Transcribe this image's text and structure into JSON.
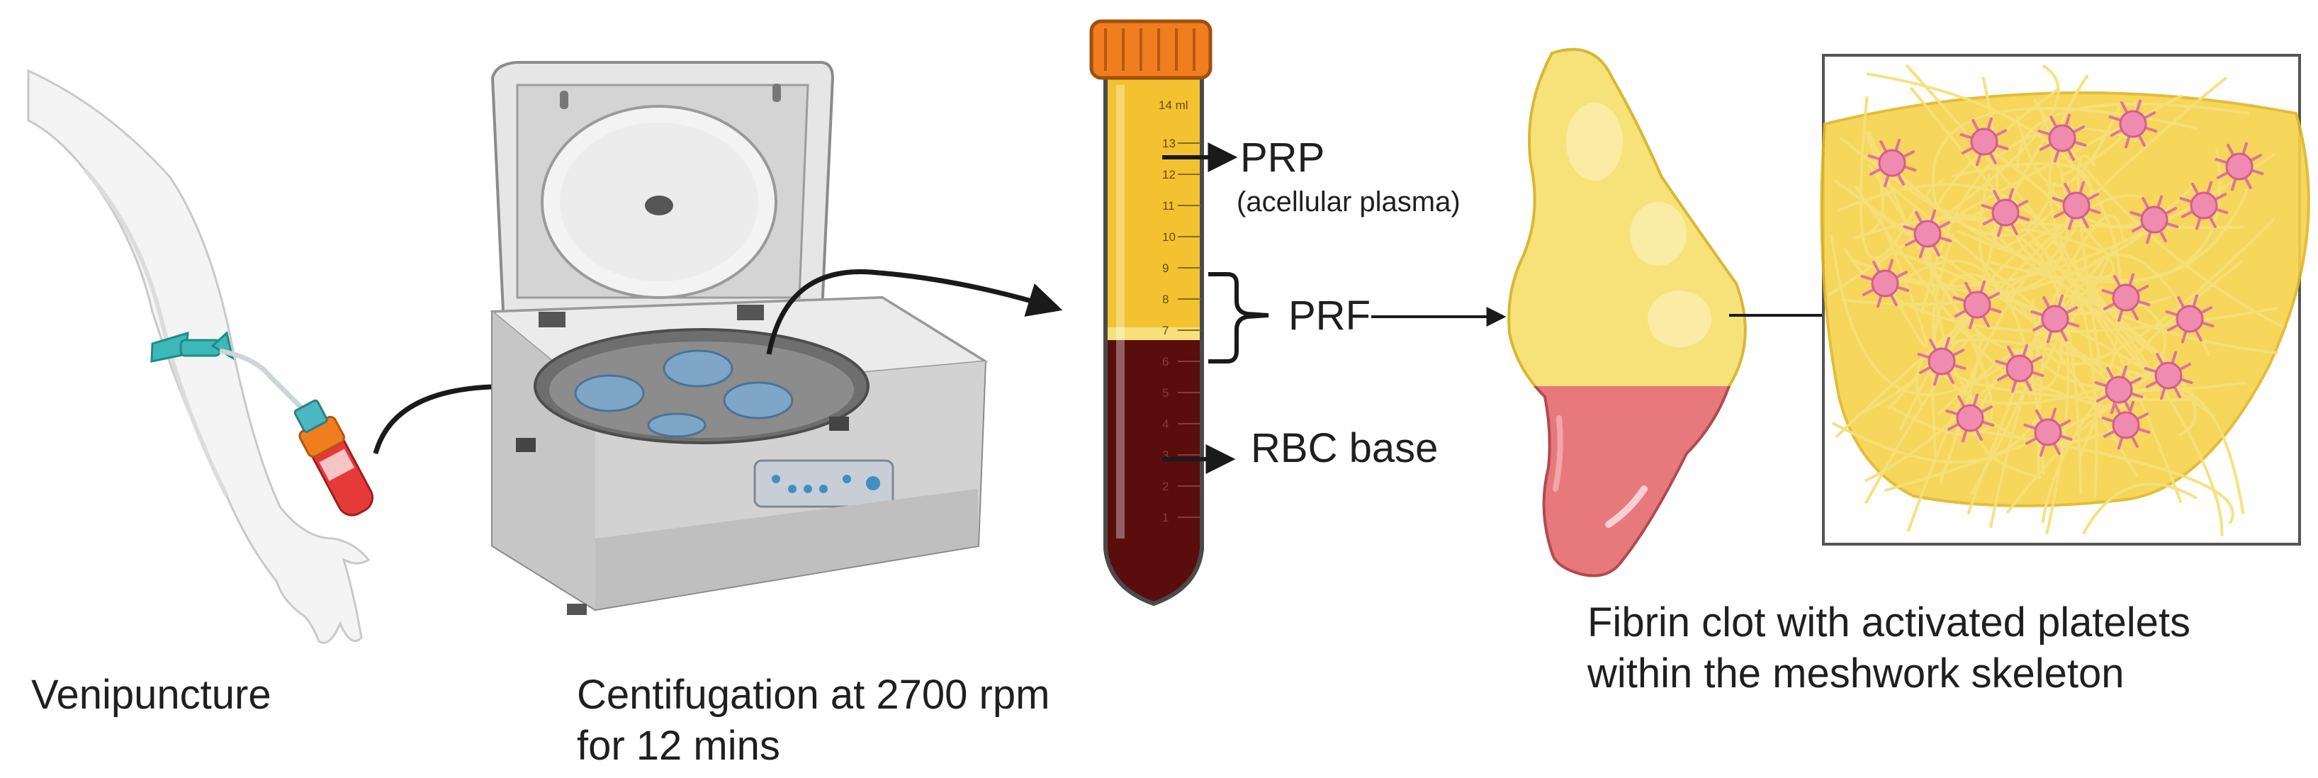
{
  "steps": {
    "venipuncture": {
      "label": "Venipuncture"
    },
    "centrifugation": {
      "line1": "Centifugation at 2700 rpm",
      "line2": "for 12 mins"
    },
    "tube": {
      "prp_label": "PRP",
      "prp_note": "(acellular plasma)",
      "prf_label": "PRF",
      "rbc_label": "RBC base",
      "graduation_top": "14 ml",
      "graduations": [
        "13",
        "12",
        "11",
        "10",
        "9",
        "8",
        "7",
        "6",
        "5",
        "4",
        "3",
        "2",
        "1"
      ]
    },
    "clot": {
      "line1": "Fibrin clot with activated platelets",
      "line2": "within the meshwork skeleton"
    }
  },
  "colors": {
    "plasma": "#f2c230",
    "prf_band": "#f7e07a",
    "rbc": "#5a0d0d",
    "cap": "#f07d1e",
    "clot_yellow": "#f7e27a",
    "clot_red": "#e7797d",
    "platelet": "#f08bb0",
    "centrifuge_body": "#dcdcdc",
    "rotor_tube": "#7fa6c6",
    "tourniquet": "#3cb8b8",
    "arrow": "#1a1a1a"
  }
}
